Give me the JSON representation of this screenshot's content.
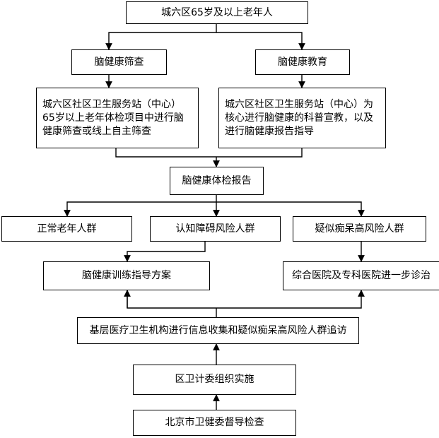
{
  "nodes": {
    "elderly": "城六区65岁及以上老年人",
    "screening": "脑健康筛查",
    "education": "脑健康教育",
    "screening_detail": "城六区社区卫生服务站（中心）65岁以上老年体检项目中进行脑健康筛查或线上自主筛查",
    "education_detail": "城六区社区卫生服务站（中心）为核心进行脑健康的科普宣教，以及进行脑健康报告指导",
    "report": "脑健康体检报告",
    "normal": "正常老年人群",
    "mci": "认知障碍风险人群",
    "dementia": "疑似痴呆高风险人群",
    "training": "脑健康训练指导方案",
    "hospital": "综合医院及专科医院进一步诊治",
    "followup": "基层医疗卫生机构进行信息收集和疑似痴呆高风险人群追访",
    "district": "区卫计委组织实施",
    "city": "北京市卫健委督导检查"
  },
  "colors": {
    "stroke": "#000000",
    "fill": "#ffffff"
  }
}
